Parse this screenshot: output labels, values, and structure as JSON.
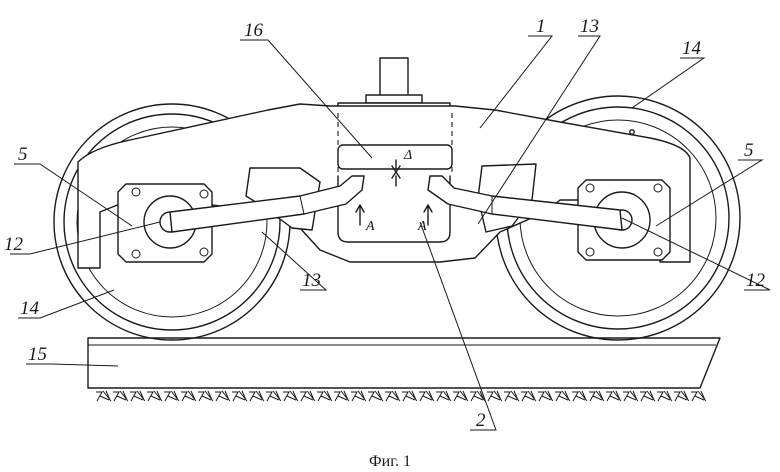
{
  "labels": {
    "frame": "1",
    "bar_top_right": "13",
    "wheel_top_right": "14",
    "axlebox_left": "5",
    "axlebox_right": "5",
    "stop": "16",
    "axle_left": "12",
    "axle_right": "12",
    "bar_bottom": "13",
    "wheel_left": "14",
    "rail": "15",
    "bolster": "2"
  },
  "markers": {
    "gap": "Δ",
    "section_left": "A",
    "section_right": "A"
  },
  "caption": "Фиг. 1"
}
